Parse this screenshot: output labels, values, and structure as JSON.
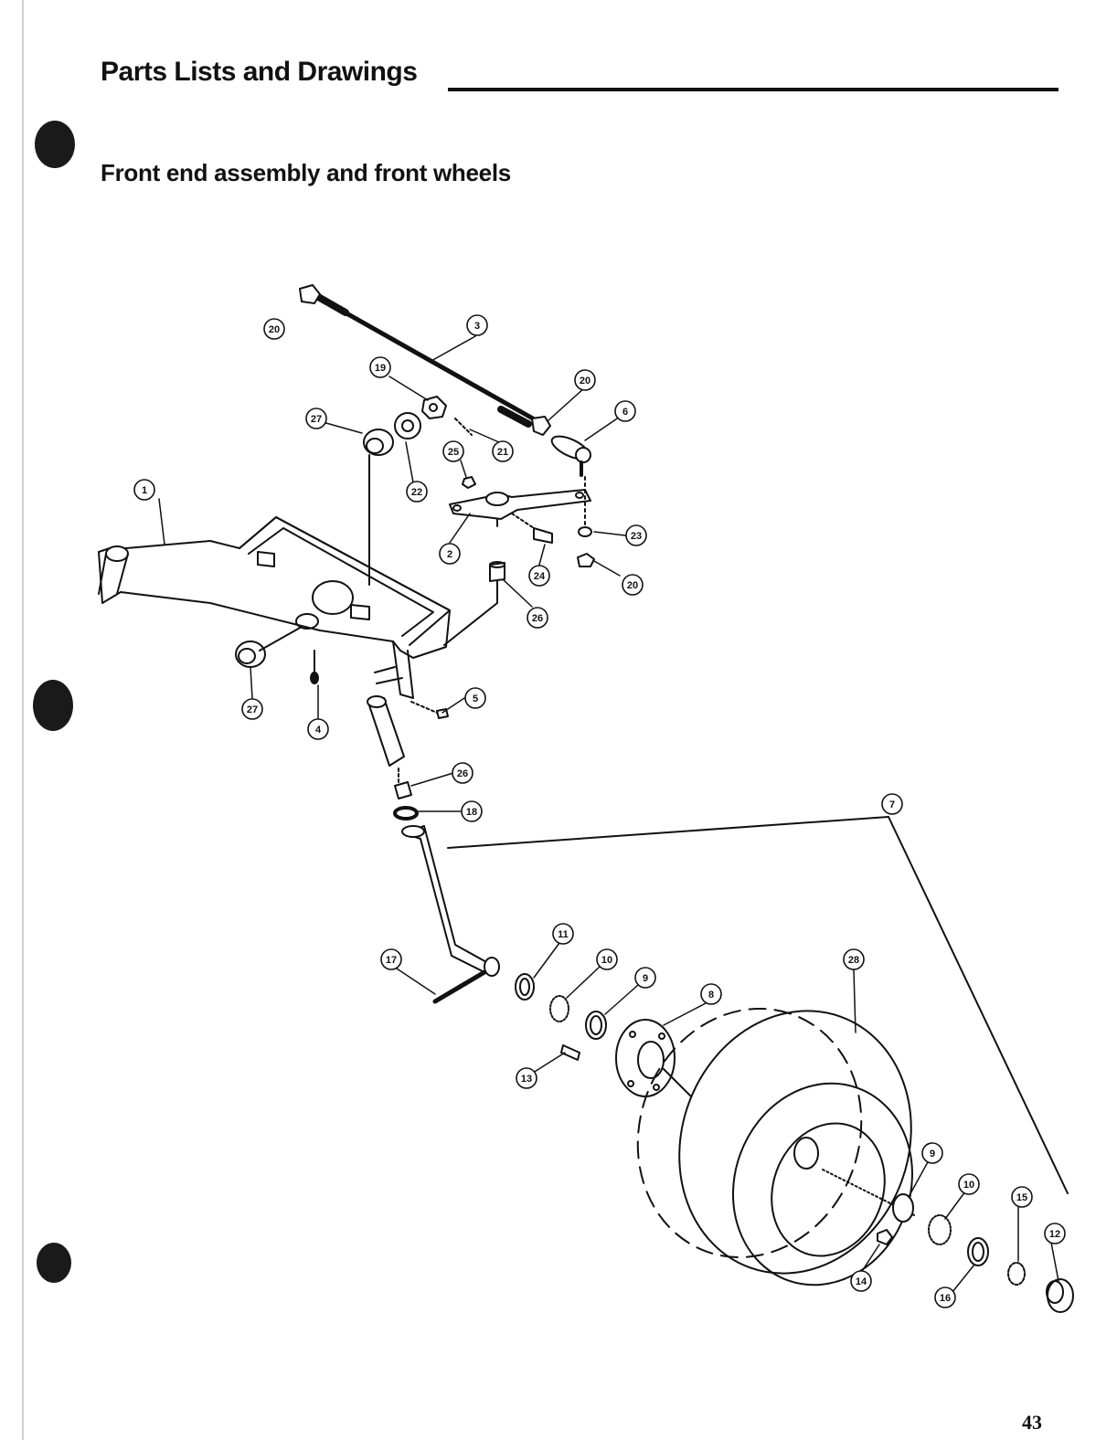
{
  "header": {
    "section_title": "Parts Lists and Drawings",
    "subtitle": "Front end assembly and front wheels"
  },
  "page_number": "43",
  "figure": {
    "callouts": [
      "1",
      "2",
      "3",
      "4",
      "5",
      "6",
      "7",
      "8",
      "9",
      "10",
      "11",
      "12",
      "13",
      "14",
      "15",
      "16",
      "17",
      "18",
      "19",
      "20",
      "21",
      "22",
      "23",
      "24",
      "25",
      "26",
      "27",
      "28"
    ]
  }
}
